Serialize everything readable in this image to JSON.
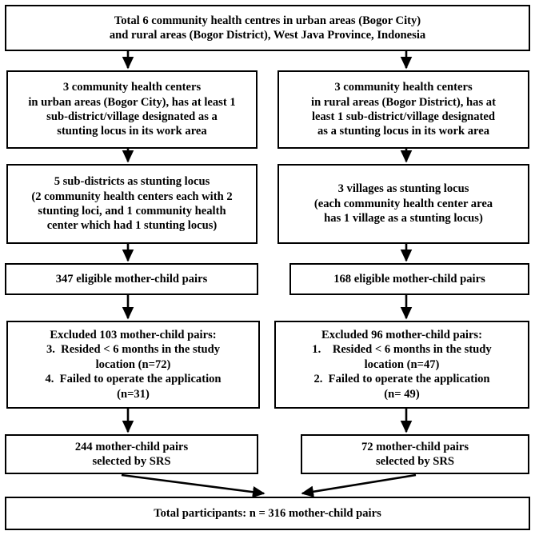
{
  "diagram": {
    "title": "Study participant selection flow diagram",
    "type": "flowchart",
    "colors": {
      "border": "#000000",
      "background": "#ffffff",
      "text": "#000000"
    }
  },
  "nodes": {
    "total": {
      "id": "total-community-health-centres",
      "lines": [
        "Total 6 community health centres in urban areas (Bogor City)",
        "and rural areas (Bogor District), West Java Province, Indonesia"
      ]
    },
    "urban_chc": {
      "id": "urban-community-health-centers",
      "lines": [
        "3 community health centers",
        "in urban areas (Bogor City), has at least 1",
        "sub-district/village designated as a",
        "stunting locus in its work area"
      ]
    },
    "rural_chc": {
      "id": "rural-community-health-centers",
      "lines": [
        "3 community health centers",
        "in rural areas (Bogor District), has at",
        "least 1 sub-district/village designated",
        "as a stunting locus in its work area"
      ]
    },
    "urban_locus": {
      "id": "urban-stunting-locus",
      "lines": [
        "5 sub-districts as stunting locus",
        "(2 community health centers each with 2",
        "stunting loci, and 1 community health",
        "center which had 1 stunting locus)"
      ]
    },
    "rural_locus": {
      "id": "rural-stunting-locus",
      "lines": [
        "3 villages as stunting locus",
        "(each community health center area",
        "has 1 village as a stunting locus)"
      ]
    },
    "urban_eligible": {
      "id": "urban-eligible-pairs",
      "lines": [
        "347 eligible mother-child pairs"
      ]
    },
    "rural_eligible": {
      "id": "rural-eligible-pairs",
      "lines": [
        "168 eligible mother-child pairs"
      ]
    },
    "urban_excluded": {
      "id": "urban-excluded-pairs",
      "lines": [
        "Excluded 103 mother-child pairs:",
        "3.  Resided < 6 months in the study",
        "location (n=72)",
        "4.  Failed to operate the application",
        "(n=31)"
      ]
    },
    "rural_excluded": {
      "id": "rural-excluded-pairs",
      "lines": [
        "Excluded 96 mother-child pairs:",
        "1.    Resided < 6 months in the study",
        "location (n=47)",
        "2.  Failed to operate the application",
        "(n= 49)"
      ]
    },
    "urban_srs": {
      "id": "urban-selected-srs",
      "lines": [
        "244 mother-child pairs",
        "selected by SRS"
      ]
    },
    "rural_srs": {
      "id": "rural-selected-srs",
      "lines": [
        "72 mother-child pairs",
        "selected by SRS"
      ]
    },
    "participants": {
      "id": "total-participants",
      "lines": [
        "Total participants: n = 316 mother-child pairs"
      ]
    }
  },
  "counts": {
    "total_health_centres": 6,
    "urban_health_centers": 3,
    "rural_health_centers": 3,
    "urban_stunting_loci": 5,
    "rural_stunting_loci": 3,
    "urban_eligible_pairs": 347,
    "rural_eligible_pairs": 168,
    "urban_excluded_pairs": 103,
    "urban_excluded_residency": 72,
    "urban_excluded_application": 31,
    "rural_excluded_pairs": 96,
    "rural_excluded_residency": 47,
    "rural_excluded_application": 49,
    "urban_selected_pairs": 244,
    "rural_selected_pairs": 72,
    "total_participants": 316
  }
}
